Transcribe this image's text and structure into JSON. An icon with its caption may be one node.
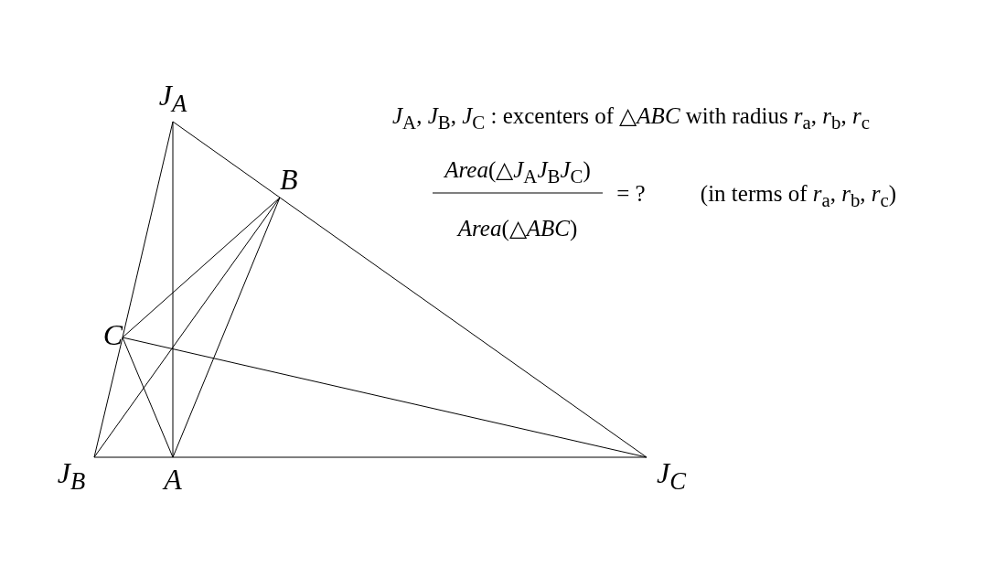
{
  "diagram": {
    "nodes": [
      {
        "text": [
          "J$_{A}$"
        ]
      },
      {
        "text": [
          "B"
        ]
      },
      {
        "text": [
          "C"
        ]
      },
      {
        "text": [
          "J$_{B}$"
        ]
      },
      {
        "text": [
          "A"
        ]
      },
      {
        "text": [
          "J$_{C}$"
        ]
      }
    ],
    "edges": [
      {
        "from": 0,
        "to": 1,
        "arrow": "none"
      },
      {
        "from": 1,
        "to": 5,
        "arrow": "none"
      },
      {
        "from": 0,
        "to": 2,
        "arrow": "none"
      },
      {
        "from": 2,
        "to": 3,
        "arrow": "none"
      },
      {
        "from": 3,
        "to": 4,
        "arrow": "none"
      },
      {
        "from": 4,
        "to": 5,
        "arrow": "none"
      },
      {
        "from": 0,
        "to": 4,
        "arrow": "none"
      },
      {
        "from": 2,
        "to": 1,
        "arrow": "none"
      },
      {
        "from": 2,
        "to": 5,
        "arrow": "none"
      },
      {
        "from": 2,
        "to": 4,
        "arrow": "none"
      },
      {
        "from": 1,
        "to": 3,
        "arrow": "none"
      },
      {
        "from": 1,
        "to": 4,
        "arrow": "none"
      }
    ],
    "labels": [
      "*J*$_{A}$, *J*$_{B}$, *J*$_{C}$ : excenters of △*ABC* with radius *r*$_{a}$, *r*$_{b}$, *r*$_{c}$",
      "*Area*(△*J*$_{A}$*J*$_{B}$*J*$_{C}$)",
      "*Area*(△*ABC*)",
      "= ?",
      "(in terms of *r*$_{a}$, *r*$_{b}$, *r*$_{c}$)"
    ]
  }
}
